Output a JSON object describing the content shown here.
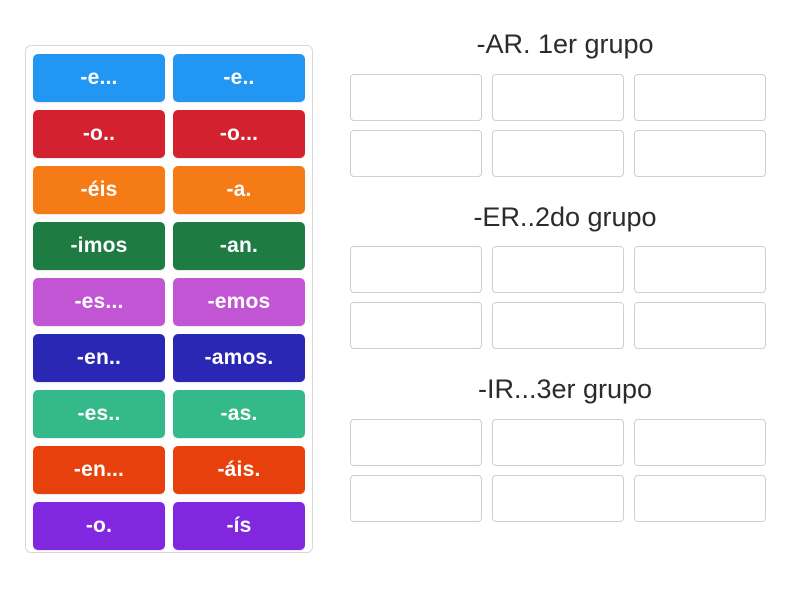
{
  "tiles": [
    {
      "label": "-e...",
      "color": "#2196f3"
    },
    {
      "label": "-e..",
      "color": "#2196f3"
    },
    {
      "label": "-o..",
      "color": "#d3212f"
    },
    {
      "label": "-o...",
      "color": "#d3212f"
    },
    {
      "label": "-éis",
      "color": "#f47b15"
    },
    {
      "label": "-a.",
      "color": "#f47b15"
    },
    {
      "label": "-imos",
      "color": "#1e7b42"
    },
    {
      "label": "-an.",
      "color": "#1e7b42"
    },
    {
      "label": "-es...",
      "color": "#c martin"
    },
    {
      "label": "-emos",
      "color": "#c155d4"
    },
    {
      "label": "-en..",
      "color": "#2a27b5"
    },
    {
      "label": "-amos.",
      "color": "#2a27b5"
    },
    {
      "label": "-es..",
      "color": "#34b98a"
    },
    {
      "label": "-as.",
      "color": "#34b98a"
    },
    {
      "label": "-en...",
      "color": "#e8400c"
    },
    {
      "label": "-áis.",
      "color": "#e8400c"
    },
    {
      "label": "-o.",
      "color": "#8127e0"
    },
    {
      "label": "-ís",
      "color": "#8127e0"
    }
  ],
  "groups": [
    {
      "title": "-AR. 1er grupo",
      "slots": [
        "",
        "",
        "",
        "",
        "",
        ""
      ]
    },
    {
      "title": "-ER..2do grupo",
      "slots": [
        "",
        "",
        "",
        "",
        "",
        ""
      ]
    },
    {
      "title": "-IR...3er grupo",
      "slots": [
        "",
        "",
        "",
        "",
        "",
        ""
      ]
    }
  ]
}
